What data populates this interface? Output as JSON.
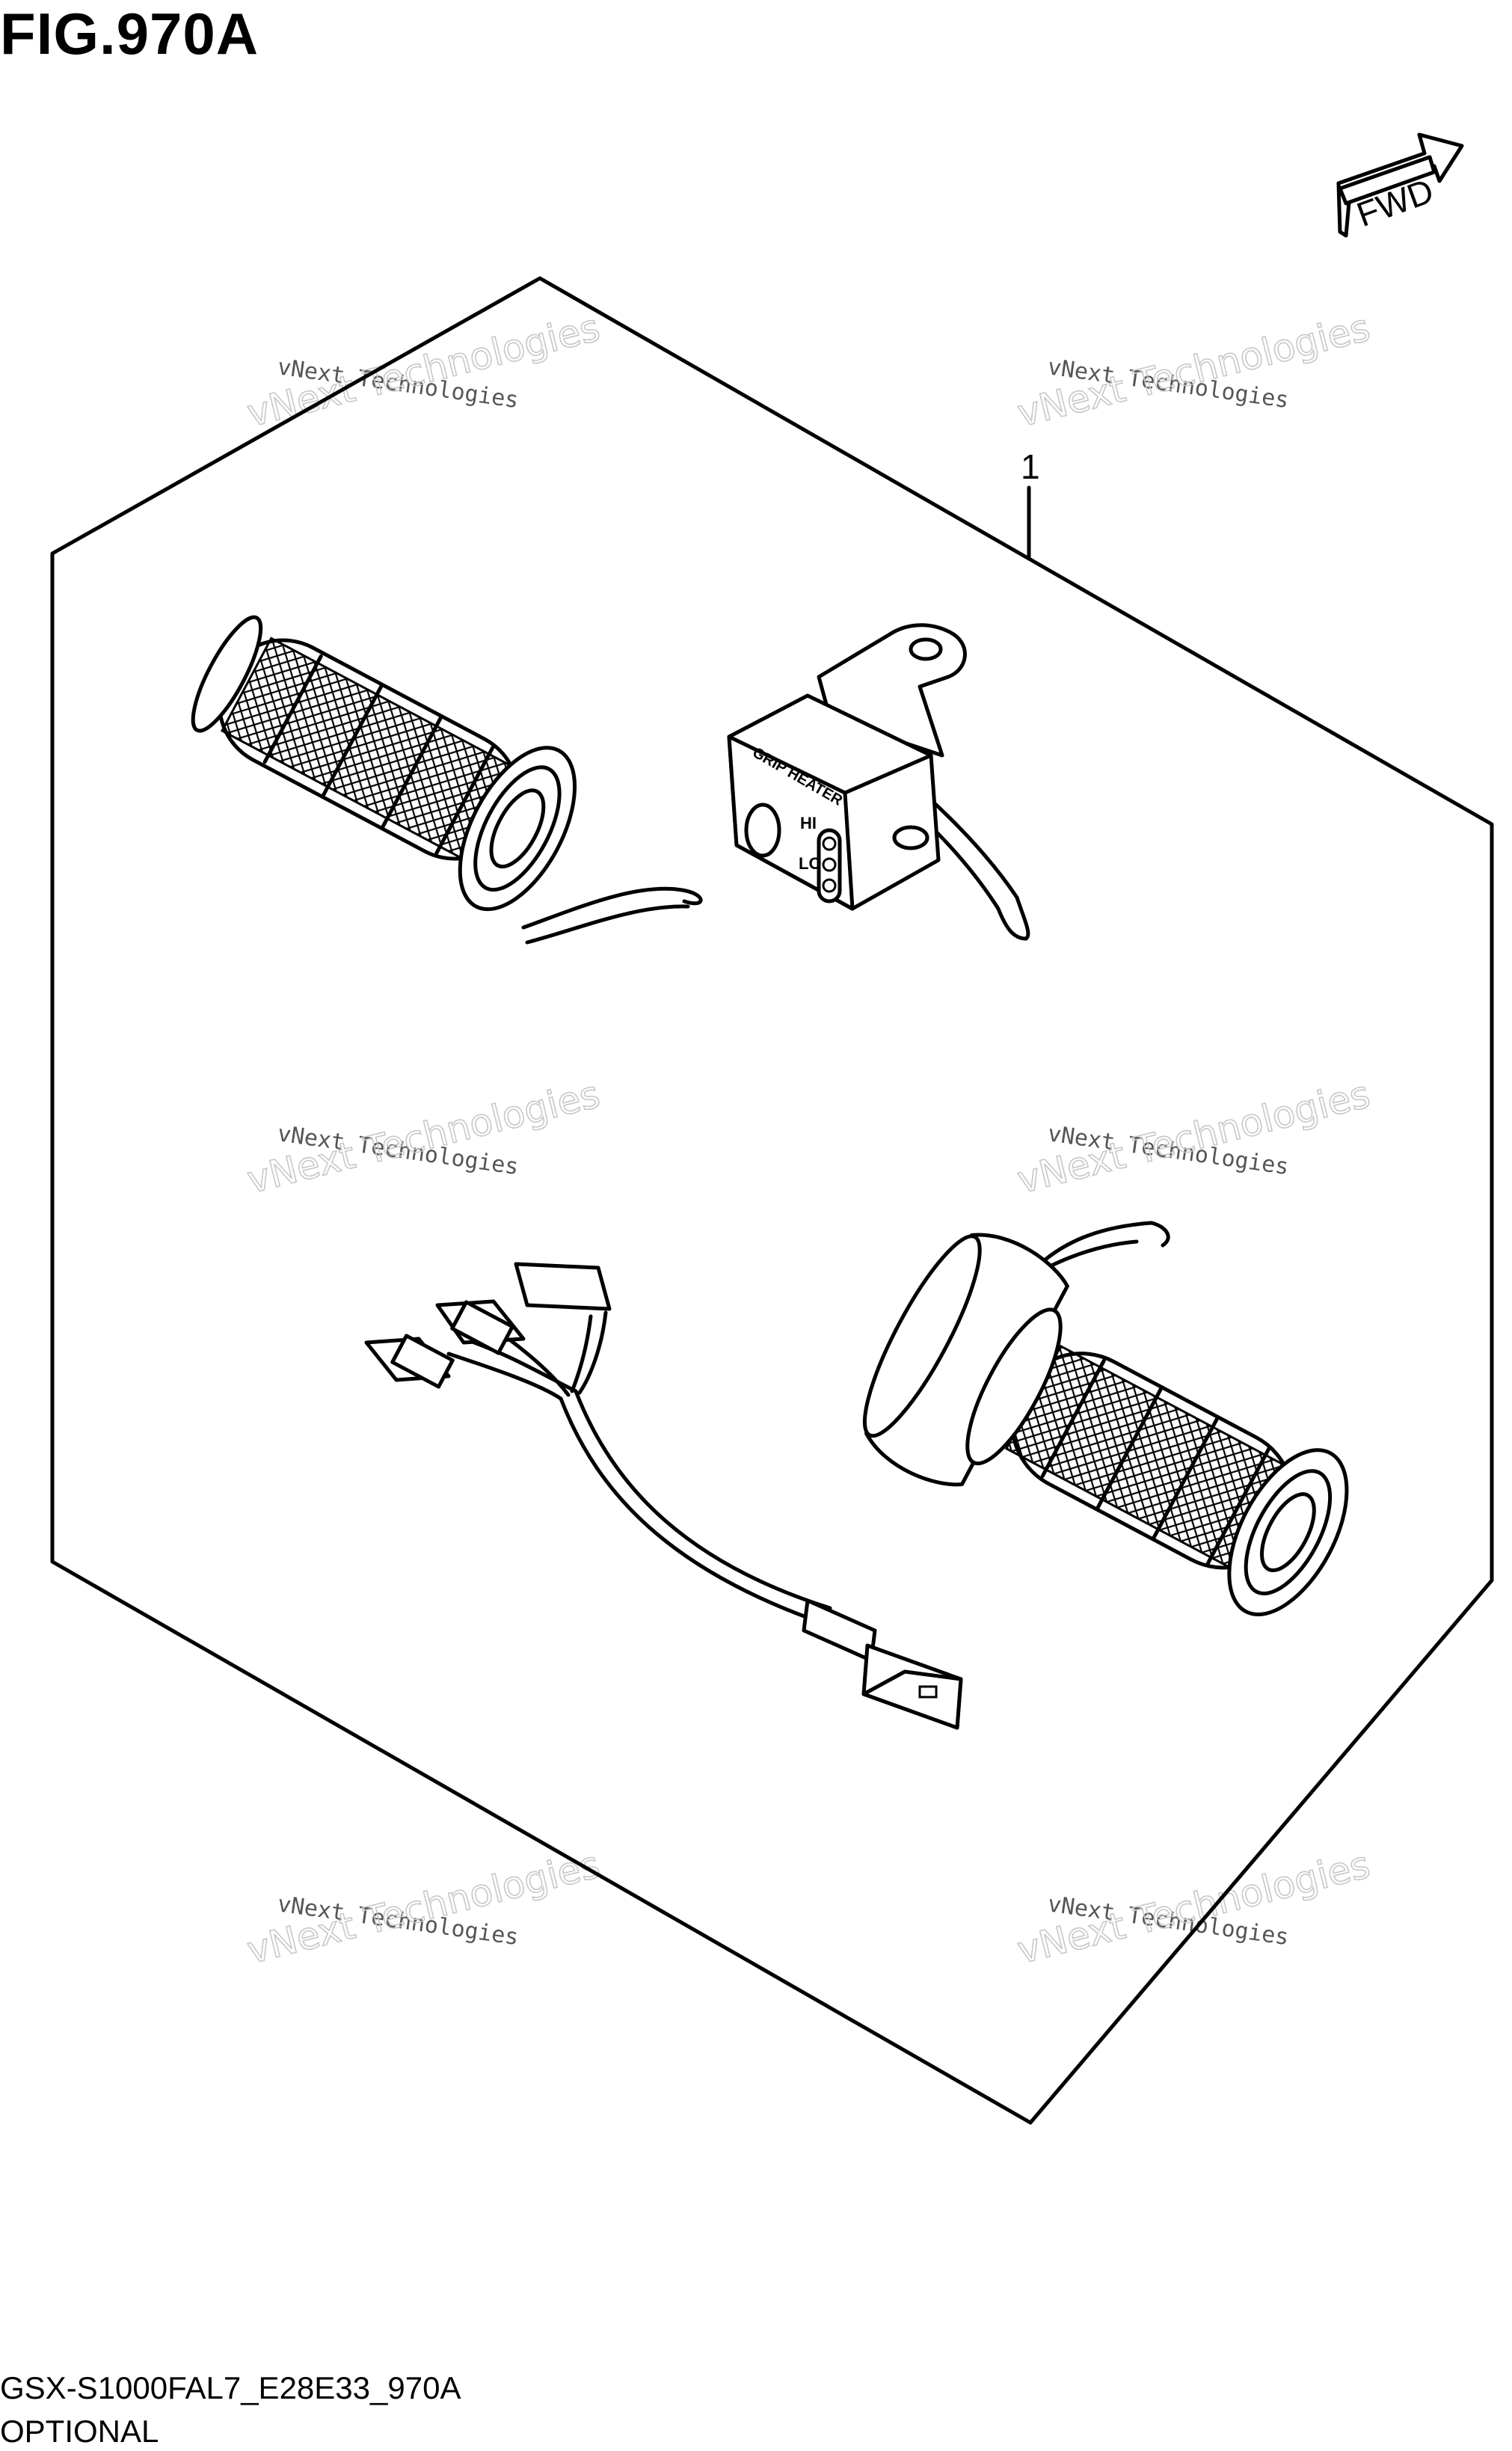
{
  "figure": {
    "title": "FIG.970A",
    "footer_code": "GSX-S1000FAL7_E28E33_970A",
    "footer_name": "OPTIONAL"
  },
  "direction_arrow": {
    "label": "FWD"
  },
  "callouts": [
    {
      "number": "1"
    }
  ],
  "switch_panel": {
    "heading": "GRIP HEATER",
    "hi": "HI",
    "lo": "LO"
  },
  "watermark": {
    "line1": "vNext Technologies",
    "line2": "vNext Technologies"
  },
  "icons": [
    "fwd-arrow-icon",
    "left-grip-heater-icon",
    "right-grip-heater-icon",
    "heater-switch-icon",
    "wiring-harness-icon"
  ]
}
